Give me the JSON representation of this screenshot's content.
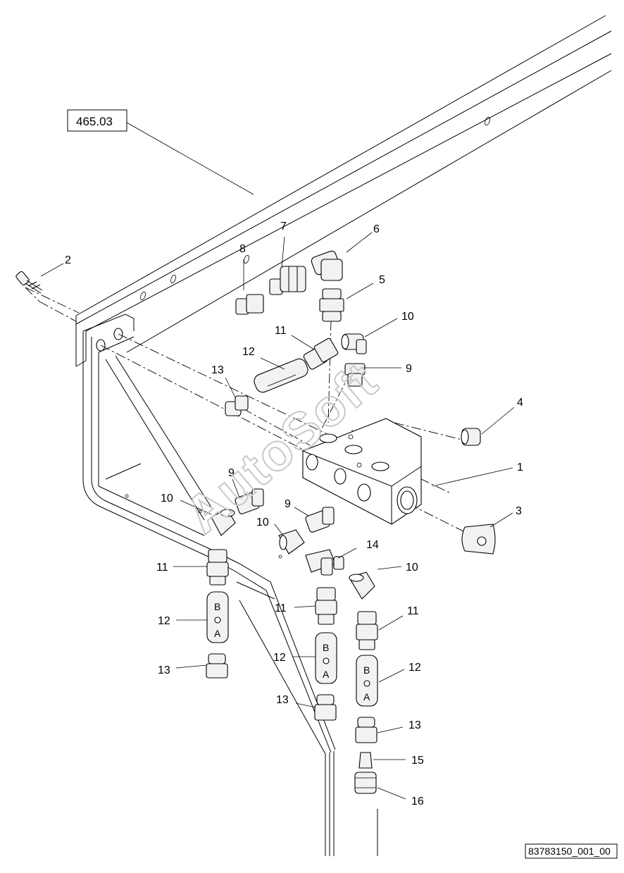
{
  "reference_box": "465.03",
  "drawing_id": "83783150_001_00",
  "watermark": "AutoSoft",
  "valve_markings": {
    "top": "B",
    "bottom": "A"
  },
  "callouts": [
    {
      "id": "c1",
      "label": "1"
    },
    {
      "id": "c2",
      "label": "2"
    },
    {
      "id": "c3",
      "label": "3"
    },
    {
      "id": "c4",
      "label": "4"
    },
    {
      "id": "c5",
      "label": "5"
    },
    {
      "id": "c6",
      "label": "6"
    },
    {
      "id": "c7",
      "label": "7"
    },
    {
      "id": "c8",
      "label": "8"
    },
    {
      "id": "c9a",
      "label": "9"
    },
    {
      "id": "c9b",
      "label": "9"
    },
    {
      "id": "c9c",
      "label": "9"
    },
    {
      "id": "c10a",
      "label": "10"
    },
    {
      "id": "c10b",
      "label": "10"
    },
    {
      "id": "c10c",
      "label": "10"
    },
    {
      "id": "c10d",
      "label": "10"
    },
    {
      "id": "c11a",
      "label": "11"
    },
    {
      "id": "c11b",
      "label": "11"
    },
    {
      "id": "c11c",
      "label": "11"
    },
    {
      "id": "c11d",
      "label": "11"
    },
    {
      "id": "c12a",
      "label": "12"
    },
    {
      "id": "c12b",
      "label": "12"
    },
    {
      "id": "c12c",
      "label": "12"
    },
    {
      "id": "c12d",
      "label": "12"
    },
    {
      "id": "c13a",
      "label": "13"
    },
    {
      "id": "c13b",
      "label": "13"
    },
    {
      "id": "c13c",
      "label": "13"
    },
    {
      "id": "c13d",
      "label": "13"
    },
    {
      "id": "c14",
      "label": "14"
    },
    {
      "id": "c15",
      "label": "15"
    },
    {
      "id": "c16",
      "label": "16"
    }
  ]
}
